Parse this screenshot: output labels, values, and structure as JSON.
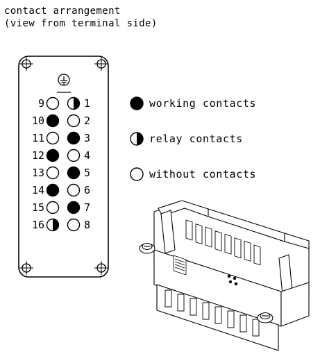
{
  "title": {
    "line1": "contact arrangement",
    "line2": "(view from terminal side)"
  },
  "pins": {
    "left": [
      {
        "number": "9",
        "type": "without"
      },
      {
        "number": "10",
        "type": "working"
      },
      {
        "number": "11",
        "type": "without"
      },
      {
        "number": "12",
        "type": "working"
      },
      {
        "number": "13",
        "type": "without"
      },
      {
        "number": "14",
        "type": "working"
      },
      {
        "number": "15",
        "type": "without"
      },
      {
        "number": "16",
        "type": "relay"
      }
    ],
    "right": [
      {
        "number": "1",
        "type": "relay"
      },
      {
        "number": "2",
        "type": "without"
      },
      {
        "number": "3",
        "type": "working"
      },
      {
        "number": "4",
        "type": "without"
      },
      {
        "number": "5",
        "type": "working"
      },
      {
        "number": "6",
        "type": "without"
      },
      {
        "number": "7",
        "type": "working"
      },
      {
        "number": "8",
        "type": "without"
      }
    ]
  },
  "legend": [
    {
      "type": "working",
      "label": "working contacts"
    },
    {
      "type": "relay",
      "label": "relay contacts"
    },
    {
      "type": "without",
      "label": "without contacts"
    }
  ],
  "symbols": {
    "ground": "protective-earth-icon",
    "mount": "mounting-screw-icon"
  }
}
